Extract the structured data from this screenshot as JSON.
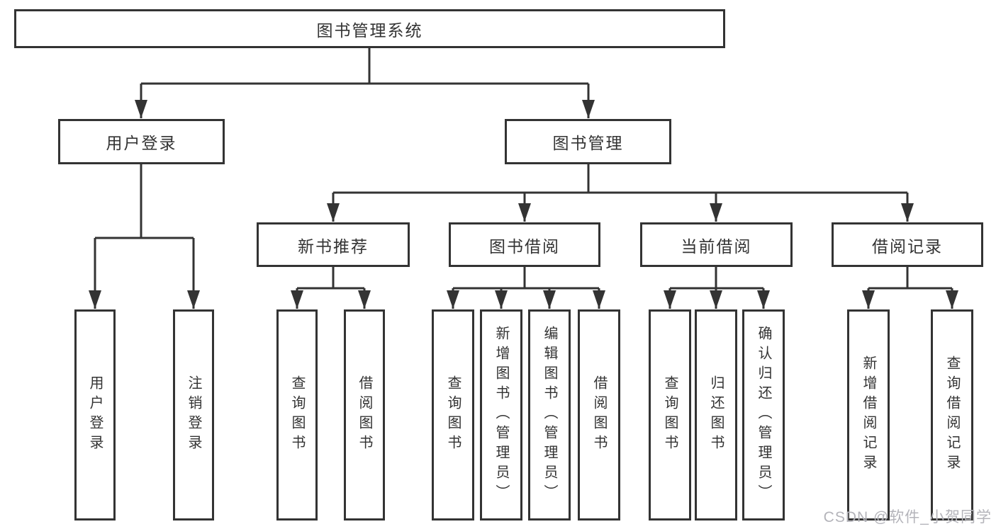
{
  "tree": {
    "root": "图书管理系统",
    "branches": [
      {
        "label": "用户登录",
        "children": [
          "用户登录",
          "注销登录"
        ]
      },
      {
        "label": "图书管理",
        "groups": [
          {
            "label": "新书推荐",
            "children": [
              "查询图书",
              "借阅图书"
            ]
          },
          {
            "label": "图书借阅",
            "children": [
              "查询图书",
              "新增图书（管理员）",
              "编辑图书（管理员）",
              "借阅图书"
            ]
          },
          {
            "label": "当前借阅",
            "children": [
              "查询图书",
              "归还图书",
              "确认归还（管理员）"
            ]
          },
          {
            "label": "借阅记录",
            "children": [
              "新增借阅记录",
              "查询借阅记录"
            ]
          }
        ]
      }
    ]
  },
  "watermark": "CSDN @软件_小贺同学",
  "colors": {
    "line": "#333333",
    "text": "#333333",
    "watermark": "#b4b4ba",
    "background": "#ffffff"
  }
}
